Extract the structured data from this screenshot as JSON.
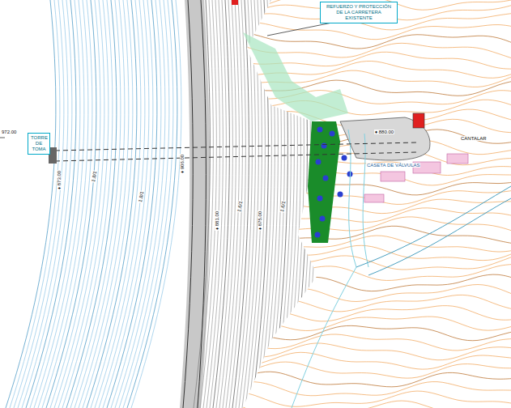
{
  "diagram": {
    "nodes": [
      {
        "text": [
          "REFUERZO Y PROTECCIÓN DE LA CARRETERA EXISTENTE"
        ]
      },
      {
        "text": [
          "TORRE DE TOMA"
        ]
      }
    ],
    "labels": [
      "972.00",
      "♦ 873.00",
      "♦ 906.00",
      "♦ 881.00",
      "♦ 875.00",
      "♦ 880.00",
      "CASETA DE VÁLVULAS",
      "CANTALAR",
      "1.8/1",
      "1.8/1",
      "1.6/1",
      "1.6/1"
    ]
  }
}
